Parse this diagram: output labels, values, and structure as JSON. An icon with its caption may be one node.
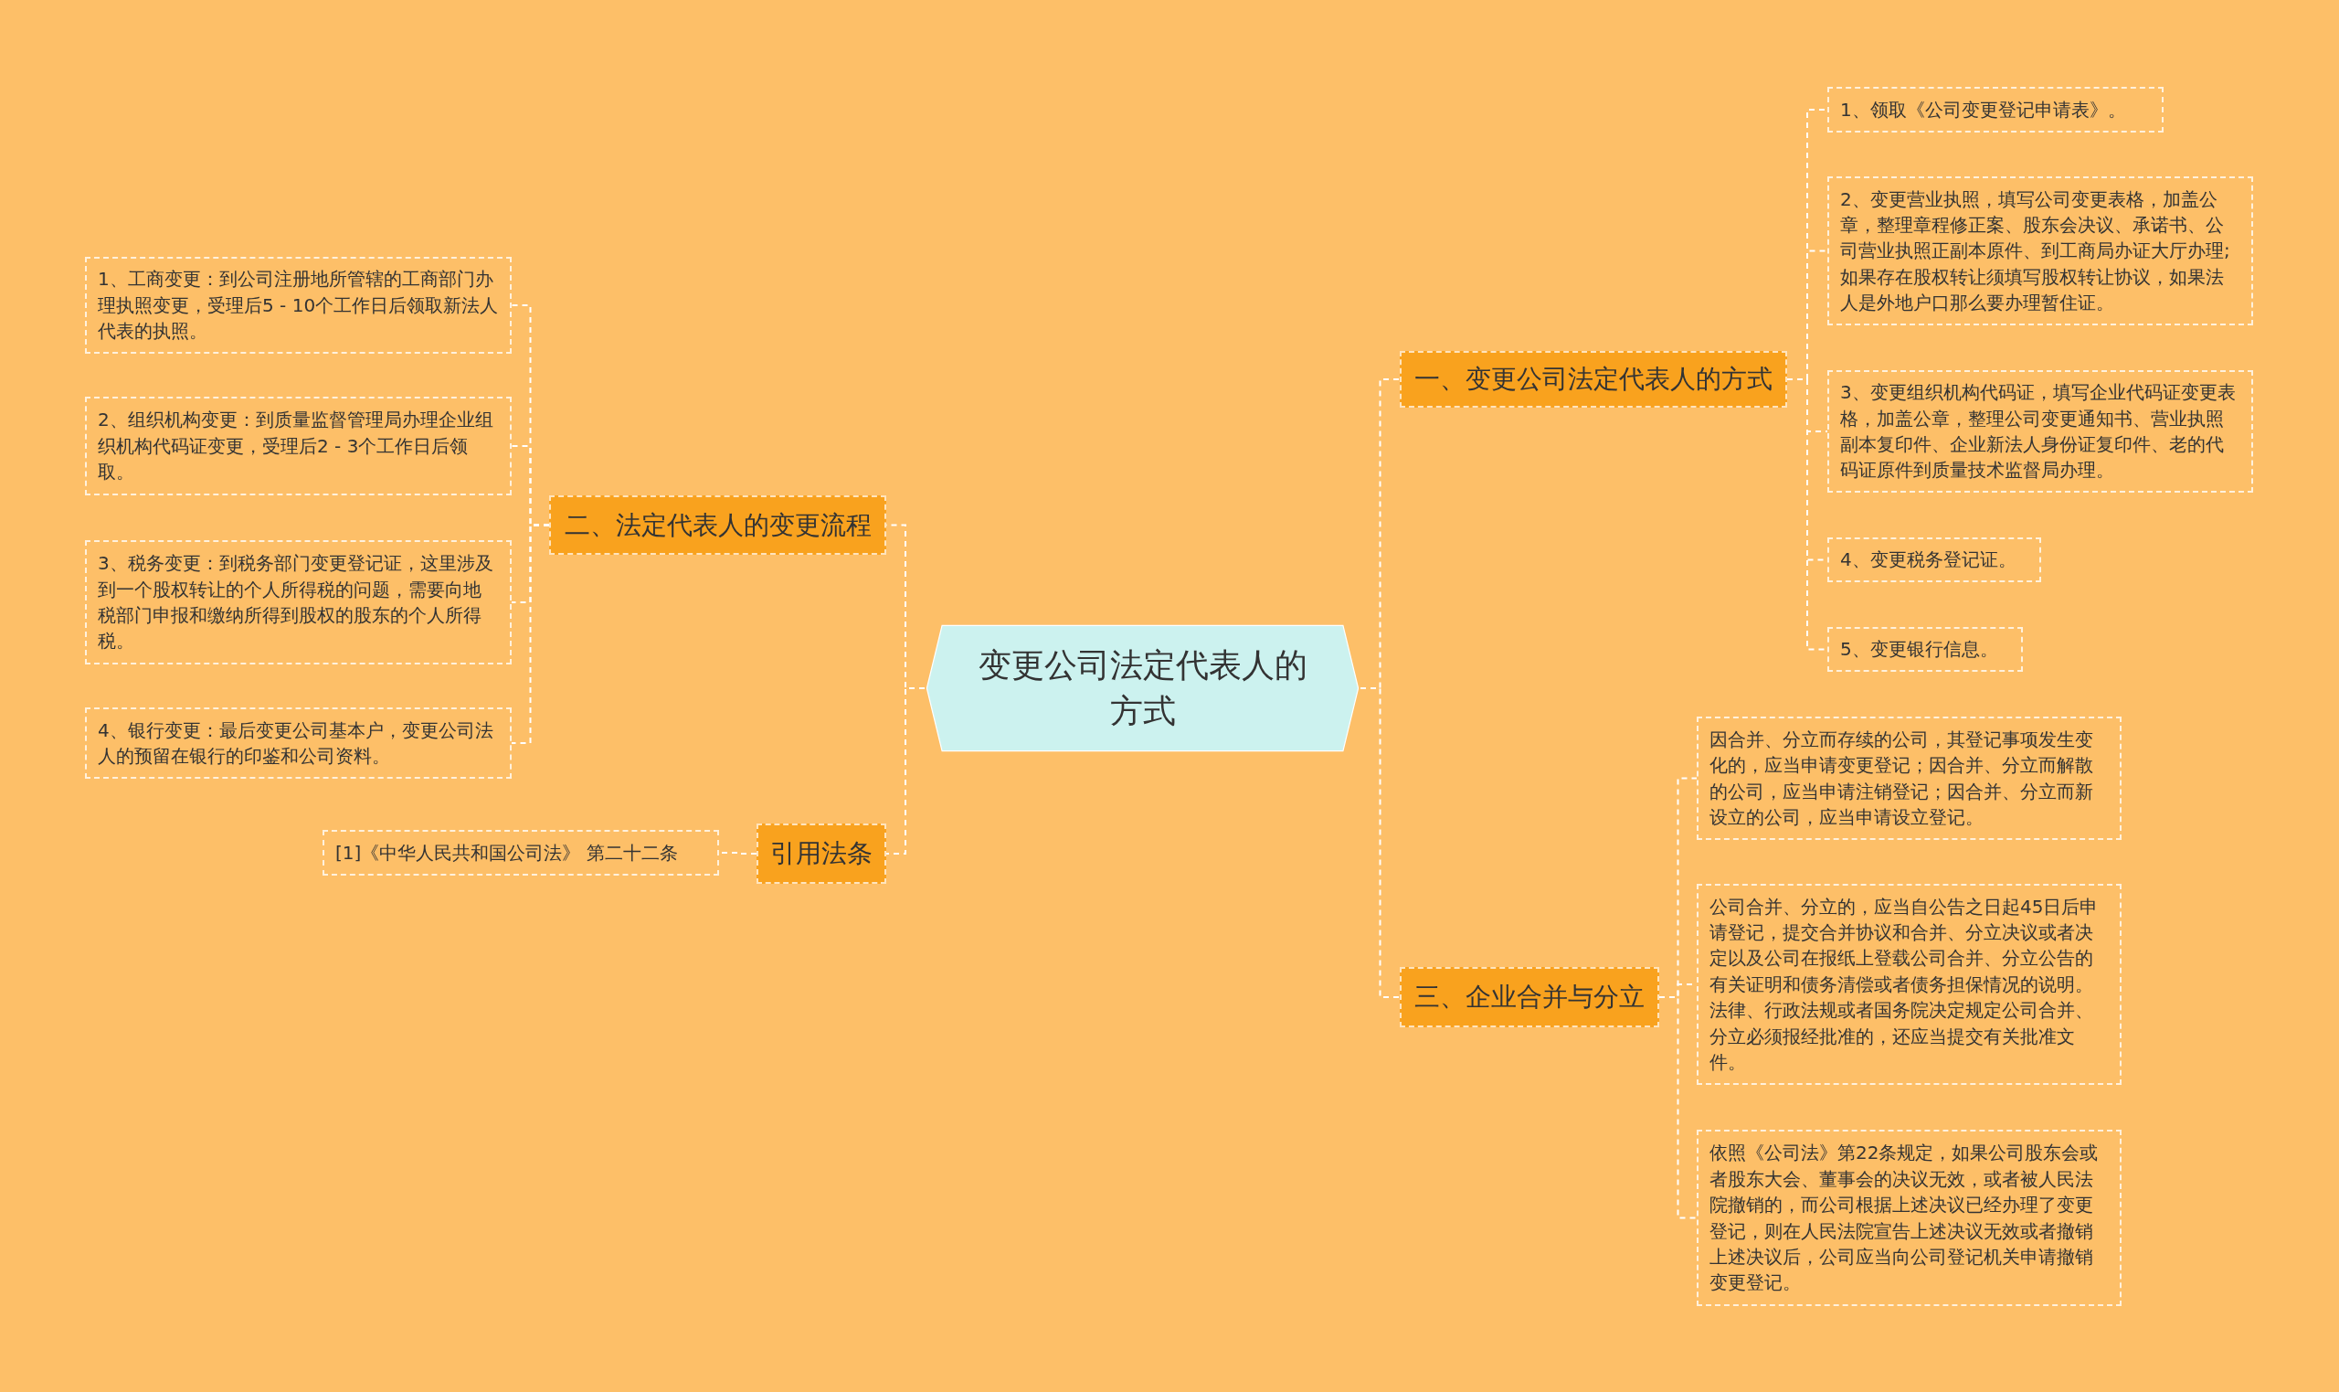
{
  "diagram": {
    "nodes": [
      {
        "text": [
          "变更公司法定代表人的方式"
        ]
      },
      {
        "text": [
          "一、变更公司法定代表人的方式"
        ]
      },
      {
        "text": [
          "1、领取《公司变更登记申请表》。"
        ]
      },
      {
        "text": [
          "2、变更营业执照，填写公司变更表格，加盖公章，整理章程修正案、股东会决议、承诺书、公司营业执照正副本原件、到工商局办证大厅办理;如果存在股权转让须填写股权转让协议，如果法人是外地户口那么要办理暂住证。"
        ]
      },
      {
        "text": [
          "3、变更组织机构代码证，填写企业代码证变更表格，加盖公章，整理公司变更通知书、营业执照副本复印件、企业新法人身份证复印件、老的代码证原件到质量技术监督局办理。"
        ]
      },
      {
        "text": [
          "4、变更税务登记证。"
        ]
      },
      {
        "text": [
          "5、变更银行信息。"
        ]
      },
      {
        "text": [
          "二、法定代表人的变更流程"
        ]
      },
      {
        "text": [
          "1、工商变更：到公司注册地所管辖的工商部门办理执照变更，受理后5 - 10个工作日后领取新法人代表的执照。"
        ]
      },
      {
        "text": [
          "2、组织机构变更：到质量监督管理局办理企业组织机构代码证变更，受理后2 - 3个工作日后领取。"
        ]
      },
      {
        "text": [
          "3、税务变更：到税务部门变更登记证，这里涉及到一个股权转让的个人所得税的问题，需要向地税部门申报和缴纳所得到股权的股东的个人所得税。"
        ]
      },
      {
        "text": [
          "4、银行变更：最后变更公司基本户，变更公司法人的预留在银行的印鉴和公司资料。"
        ]
      },
      {
        "text": [
          "引用法条"
        ]
      },
      {
        "text": [
          "[1]《中华人民共和国公司法》 第二十二条"
        ]
      },
      {
        "text": [
          "三、企业合并与分立"
        ]
      },
      {
        "text": [
          "因合并、分立而存续的公司，其登记事项发生变化的，应当申请变更登记；因合并、分立而解散的公司，应当申请注销登记；因合并、分立而新设立的公司，应当申请设立登记。"
        ]
      },
      {
        "text": [
          "公司合并、分立的，应当自公告之日起45日后申请登记，提交合并协议和合并、分立决议或者决定以及公司在报纸上登载公司合并、分立公告的有关证明和债务清偿或者债务担保情况的说明。法律、行政法规或者国务院决定规定公司合并、分立必须报经批准的，还应当提交有关批准文件。"
        ]
      },
      {
        "text": [
          "依照《公司法》第22条规定，如果公司股东会或者股东大会、董事会的决议无效，或者被人民法院撤销的，而公司根据上述决议已经办理了变更登记，则在人民法院宣告上述决议无效或者撤销上述决议后，公司应当向公司登记机关申请撤销变更登记。"
        ]
      }
    ],
    "edges": [
      {
        "from": 0,
        "to": 1,
        "arrow": "none"
      },
      {
        "from": 1,
        "to": 2,
        "arrow": "none"
      },
      {
        "from": 1,
        "to": 3,
        "arrow": "none"
      },
      {
        "from": 1,
        "to": 4,
        "arrow": "none"
      },
      {
        "from": 1,
        "to": 5,
        "arrow": "none"
      },
      {
        "from": 1,
        "to": 6,
        "arrow": "none"
      },
      {
        "from": 0,
        "to": 7,
        "arrow": "none"
      },
      {
        "from": 7,
        "to": 8,
        "arrow": "none"
      },
      {
        "from": 7,
        "to": 9,
        "arrow": "none"
      },
      {
        "from": 7,
        "to": 10,
        "arrow": "none"
      },
      {
        "from": 7,
        "to": 11,
        "arrow": "none"
      },
      {
        "from": 0,
        "to": 12,
        "arrow": "none"
      },
      {
        "from": 12,
        "to": 13,
        "arrow": "none"
      },
      {
        "from": 0,
        "to": 14,
        "arrow": "none"
      },
      {
        "from": 14,
        "to": 15,
        "arrow": "none"
      },
      {
        "from": 14,
        "to": 16,
        "arrow": "none"
      },
      {
        "from": 14,
        "to": 17,
        "arrow": "none"
      }
    ]
  }
}
